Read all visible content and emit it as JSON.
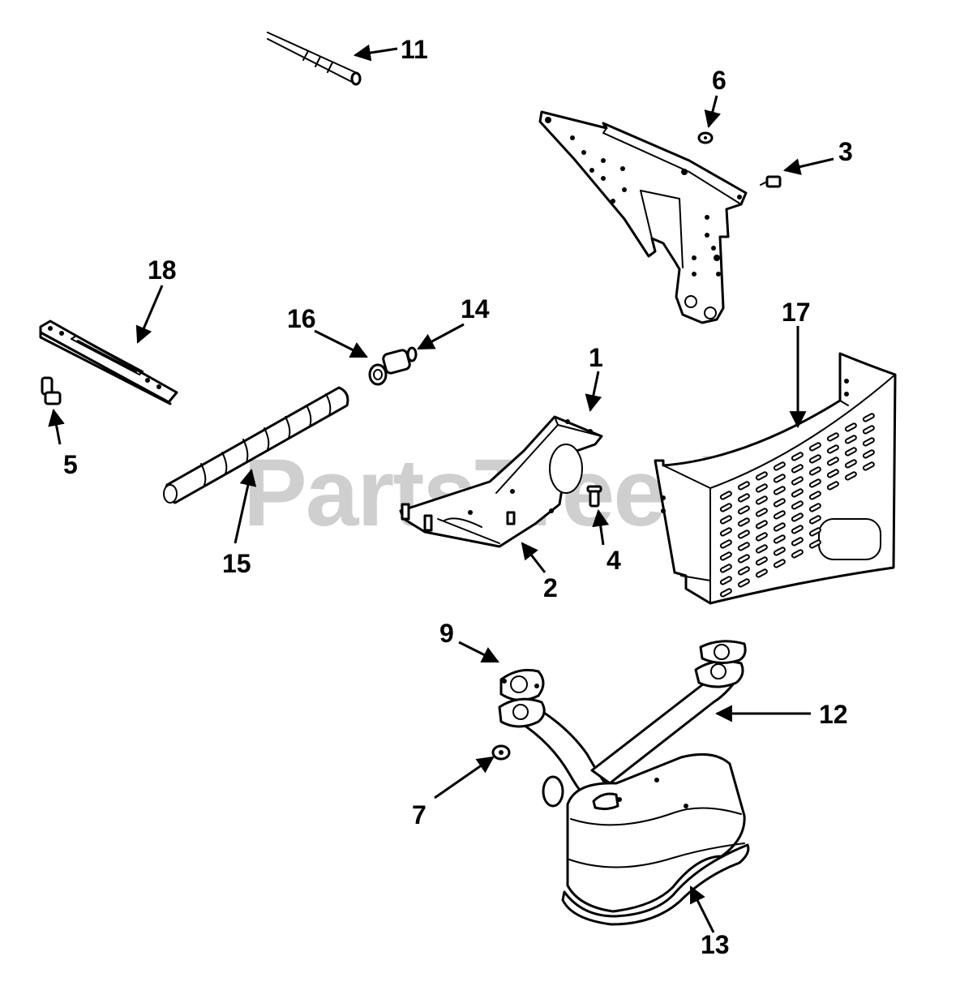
{
  "watermark": {
    "text": "PartsTree",
    "trademark": "TM"
  },
  "callouts": [
    {
      "id": "1",
      "label": "1"
    },
    {
      "id": "2",
      "label": "2"
    },
    {
      "id": "3",
      "label": "3"
    },
    {
      "id": "4",
      "label": "4"
    },
    {
      "id": "5",
      "label": "5"
    },
    {
      "id": "6",
      "label": "6"
    },
    {
      "id": "7",
      "label": "7"
    },
    {
      "id": "9",
      "label": "9"
    },
    {
      "id": "11",
      "label": "11"
    },
    {
      "id": "12",
      "label": "12"
    },
    {
      "id": "13",
      "label": "13"
    },
    {
      "id": "14",
      "label": "14"
    },
    {
      "id": "15",
      "label": "15"
    },
    {
      "id": "16",
      "label": "16"
    },
    {
      "id": "17",
      "label": "17"
    },
    {
      "id": "18",
      "label": "18"
    }
  ]
}
